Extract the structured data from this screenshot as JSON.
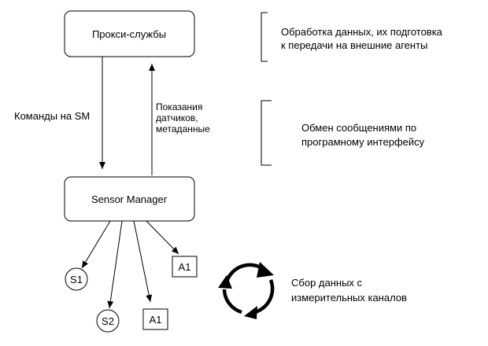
{
  "nodes": {
    "proxy": "Прокси-службы",
    "sensor_manager": "Sensor Manager",
    "s1": "S1",
    "s2": "S2",
    "a1_upper": "A1",
    "a1_lower": "A1"
  },
  "edges": {
    "commands": "Команды на SM",
    "readings": [
      "Показания",
      "датчиков,",
      "метаданные"
    ]
  },
  "annotations": {
    "processing": [
      "Обработка данных, их подготовка",
      "к передачи на внешние агенты"
    ],
    "messaging": [
      "Обмен сообщениями по",
      "програмному интерфейсу"
    ],
    "collection": [
      "Сбор данных с",
      "измерительных каналов"
    ]
  },
  "colors": {
    "stroke": "#000000",
    "background": "#ffffff"
  },
  "icons": {
    "cycle": "cycle-arrows-icon"
  }
}
